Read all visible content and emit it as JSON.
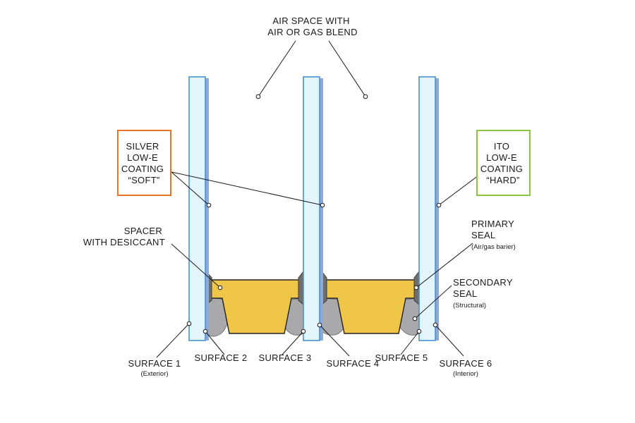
{
  "air_space": {
    "line1": "AIR SPACE WITH",
    "line2": "AIR OR GAS BLEND"
  },
  "silver_box": {
    "lines": [
      "SILVER",
      "LOW-E",
      "COATING",
      "“SOFT”"
    ],
    "border_color": "#e8742a"
  },
  "ito_box": {
    "lines": [
      "ITO",
      "LOW-E",
      "COATING",
      "“HARD”"
    ],
    "border_color": "#8cc63f"
  },
  "spacer": {
    "line1": "SPACER",
    "line2": "WITH DESICCANT"
  },
  "primary_seal": {
    "line1": "PRIMARY",
    "line2": "SEAL",
    "note": "(Air/gas barier)"
  },
  "secondary_seal": {
    "line1": "SECONDARY",
    "line2": "SEAL",
    "note": "(Structural)"
  },
  "surfaces": {
    "s1": {
      "label": "SURFACE 1",
      "note": "(Exterior)"
    },
    "s2": {
      "label": "SURFACE 2"
    },
    "s3": {
      "label": "SURFACE 3"
    },
    "s4": {
      "label": "SURFACE 4"
    },
    "s5": {
      "label": "SURFACE 5"
    },
    "s6": {
      "label": "SURFACE 6",
      "note": "(Interior)"
    }
  },
  "colors": {
    "glass_fill": "#e4f4fb",
    "glass_edge": "#4a90d9",
    "coating": "#8da9d8",
    "spacer": "#f0c648",
    "primary_seal": "#6e6e6e",
    "secondary_seal": "#a9a9ab"
  }
}
